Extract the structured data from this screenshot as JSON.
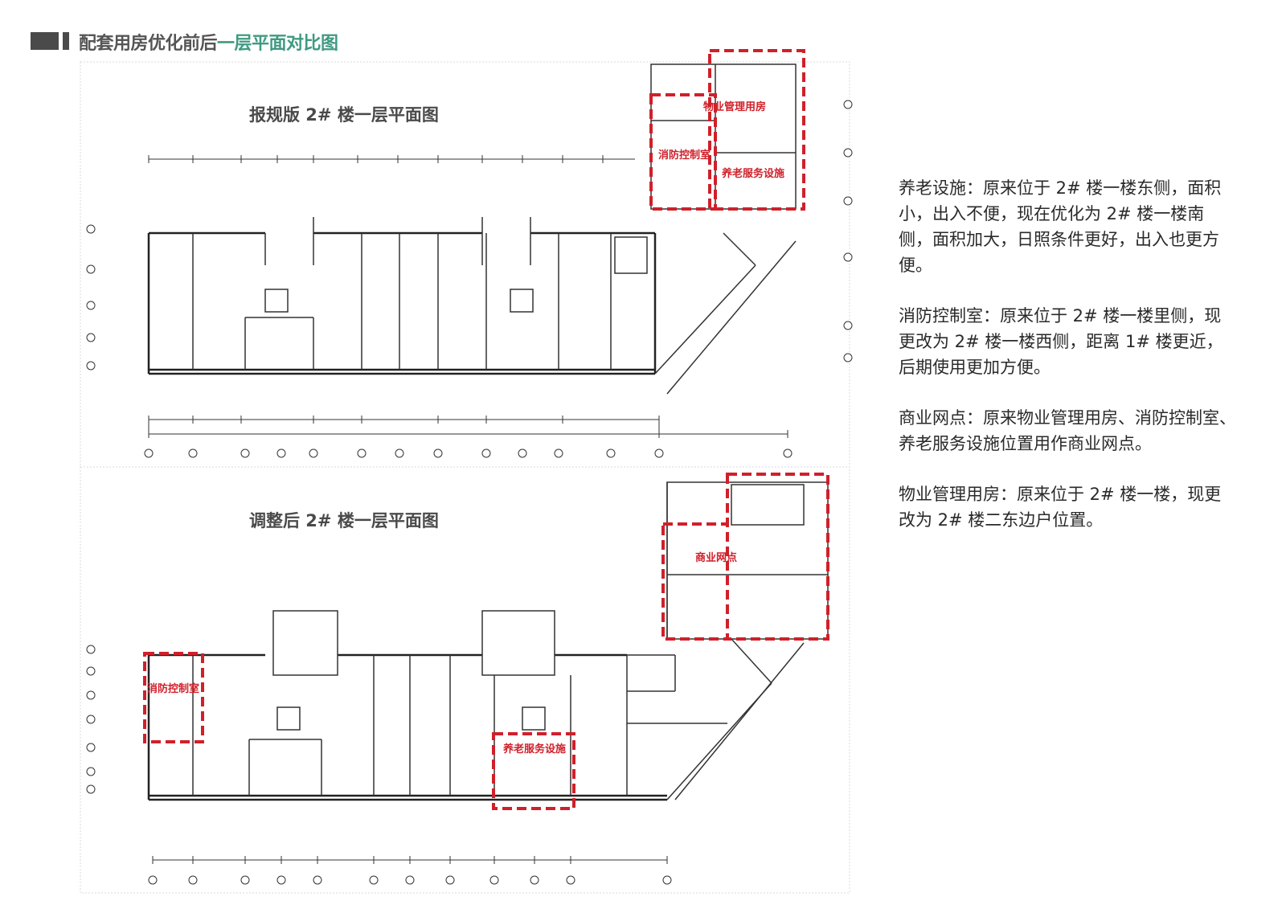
{
  "header": {
    "title_prefix": "配套用房优化前后",
    "title_highlight": "一层平面对比图"
  },
  "plans": {
    "top": {
      "title": "报规版 2# 楼一层平面图",
      "labels": {
        "property": "物业管理用房",
        "fire": "消防控制室",
        "elderly": "养老服务设施"
      }
    },
    "bottom": {
      "title": "调整后 2# 楼一层平面图",
      "labels": {
        "commercial": "商业网点",
        "fire": "消防控制室",
        "elderly": "养老服务设施"
      }
    }
  },
  "description": [
    "养老设施：原来位于 2# 楼一楼东侧，面积小，出入不便，现在优化为 2# 楼一楼南侧，面积加大，日照条件更好，出入也更方便。",
    "消防控制室：原来位于 2# 楼一楼里侧，现更改为 2# 楼一楼西侧，距离 1# 楼更近，后期使用更加方便。",
    "商业网点：原来物业管理用房、消防控制室、养老服务设施位置用作商业网点。",
    "物业管理用房：原来位于 2# 楼一楼，现更改为 2# 楼二东边户位置。"
  ],
  "colors": {
    "accent_green": "#3f9a82",
    "highlight_red": "#d0202a",
    "line": "#333333"
  }
}
